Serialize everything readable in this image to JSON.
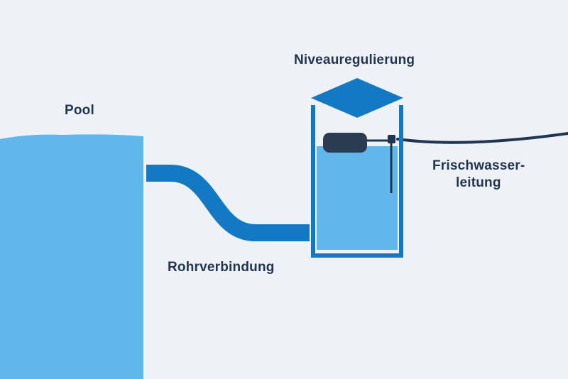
{
  "labels": {
    "pool": "Pool",
    "level_control": "Niveauregulierung",
    "fresh_water_line_1": "Frischwasser-",
    "fresh_water_line_2": "leitung",
    "pipe_connection": "Rohrverbindung"
  },
  "colors": {
    "background": "#eef1f6",
    "water_light": "#5fb7ec",
    "pipe_blue": "#1479c4",
    "dark_navy": "#1f3552",
    "float_dark": "#2a3b52"
  }
}
